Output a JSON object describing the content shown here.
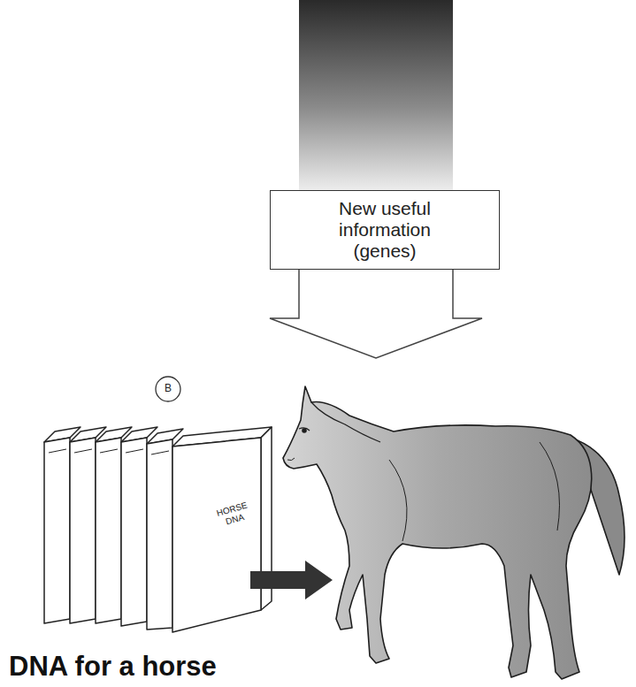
{
  "diagram": {
    "caption": "DNA for a horse",
    "nodes": [
      {
        "text": [
          "New useful information (genes)"
        ]
      }
    ],
    "labels": [
      "B",
      "HORSE DNA"
    ]
  }
}
